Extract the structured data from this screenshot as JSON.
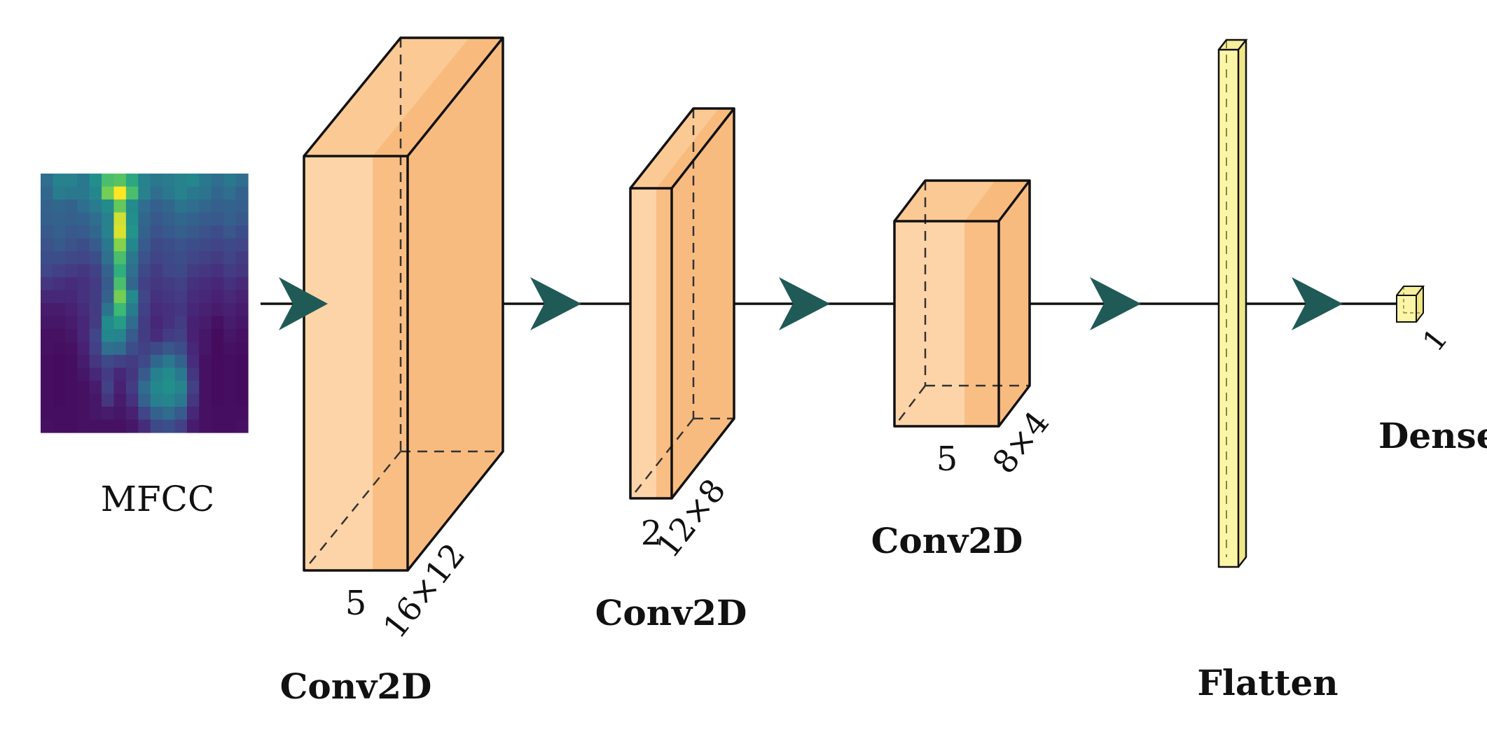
{
  "input": {
    "label": "MFCC",
    "heatmap": [
      [
        0.45,
        0.55,
        0.55,
        0.5,
        0.62,
        0.78,
        0.8,
        0.7,
        0.55,
        0.5,
        0.52,
        0.55,
        0.58,
        0.5,
        0.45,
        0.5,
        0.45
      ],
      [
        0.42,
        0.52,
        0.5,
        0.5,
        0.58,
        0.84,
        1.0,
        0.78,
        0.55,
        0.45,
        0.5,
        0.55,
        0.5,
        0.48,
        0.42,
        0.45,
        0.4
      ],
      [
        0.4,
        0.42,
        0.4,
        0.45,
        0.52,
        0.6,
        0.82,
        0.6,
        0.45,
        0.38,
        0.42,
        0.48,
        0.45,
        0.42,
        0.38,
        0.4,
        0.38
      ],
      [
        0.38,
        0.4,
        0.38,
        0.4,
        0.45,
        0.55,
        0.95,
        0.62,
        0.42,
        0.35,
        0.38,
        0.42,
        0.4,
        0.36,
        0.35,
        0.38,
        0.35
      ],
      [
        0.35,
        0.38,
        0.35,
        0.36,
        0.42,
        0.55,
        0.96,
        0.64,
        0.4,
        0.32,
        0.35,
        0.38,
        0.35,
        0.32,
        0.3,
        0.34,
        0.3
      ],
      [
        0.32,
        0.35,
        0.32,
        0.3,
        0.36,
        0.5,
        0.86,
        0.58,
        0.36,
        0.28,
        0.3,
        0.32,
        0.3,
        0.28,
        0.25,
        0.28,
        0.26
      ],
      [
        0.3,
        0.3,
        0.28,
        0.26,
        0.3,
        0.46,
        0.78,
        0.5,
        0.32,
        0.25,
        0.28,
        0.3,
        0.26,
        0.24,
        0.22,
        0.25,
        0.22
      ],
      [
        0.26,
        0.24,
        0.22,
        0.2,
        0.24,
        0.4,
        0.72,
        0.46,
        0.28,
        0.22,
        0.26,
        0.28,
        0.22,
        0.2,
        0.18,
        0.22,
        0.2
      ],
      [
        0.2,
        0.18,
        0.16,
        0.18,
        0.22,
        0.36,
        0.78,
        0.42,
        0.24,
        0.2,
        0.22,
        0.24,
        0.18,
        0.16,
        0.14,
        0.18,
        0.15
      ],
      [
        0.14,
        0.14,
        0.14,
        0.18,
        0.22,
        0.4,
        0.84,
        0.6,
        0.26,
        0.18,
        0.2,
        0.22,
        0.16,
        0.14,
        0.12,
        0.15,
        0.12
      ],
      [
        0.1,
        0.1,
        0.12,
        0.16,
        0.22,
        0.48,
        0.76,
        0.52,
        0.24,
        0.16,
        0.18,
        0.2,
        0.14,
        0.12,
        0.1,
        0.12,
        0.1
      ],
      [
        0.08,
        0.08,
        0.1,
        0.14,
        0.22,
        0.6,
        0.66,
        0.44,
        0.22,
        0.14,
        0.18,
        0.22,
        0.12,
        0.1,
        0.06,
        0.1,
        0.08
      ],
      [
        0.06,
        0.06,
        0.08,
        0.14,
        0.26,
        0.58,
        0.56,
        0.36,
        0.22,
        0.16,
        0.22,
        0.24,
        0.12,
        0.08,
        0.04,
        0.08,
        0.06
      ],
      [
        0.06,
        0.05,
        0.06,
        0.12,
        0.24,
        0.46,
        0.44,
        0.3,
        0.24,
        0.28,
        0.34,
        0.3,
        0.14,
        0.08,
        0.04,
        0.06,
        0.05
      ],
      [
        0.05,
        0.04,
        0.05,
        0.1,
        0.2,
        0.28,
        0.24,
        0.22,
        0.28,
        0.42,
        0.5,
        0.4,
        0.16,
        0.06,
        0.04,
        0.05,
        0.04
      ],
      [
        0.05,
        0.04,
        0.05,
        0.08,
        0.14,
        0.22,
        0.14,
        0.2,
        0.36,
        0.54,
        0.6,
        0.5,
        0.2,
        0.06,
        0.04,
        0.05,
        0.04
      ],
      [
        0.05,
        0.04,
        0.05,
        0.06,
        0.1,
        0.24,
        0.12,
        0.22,
        0.44,
        0.58,
        0.62,
        0.56,
        0.24,
        0.06,
        0.04,
        0.05,
        0.04
      ],
      [
        0.05,
        0.04,
        0.05,
        0.06,
        0.08,
        0.2,
        0.1,
        0.18,
        0.4,
        0.54,
        0.56,
        0.5,
        0.2,
        0.06,
        0.04,
        0.05,
        0.04
      ],
      [
        0.05,
        0.05,
        0.05,
        0.06,
        0.08,
        0.1,
        0.08,
        0.12,
        0.26,
        0.4,
        0.44,
        0.36,
        0.14,
        0.06,
        0.05,
        0.05,
        0.05
      ],
      [
        0.06,
        0.05,
        0.05,
        0.06,
        0.06,
        0.06,
        0.06,
        0.08,
        0.16,
        0.28,
        0.3,
        0.24,
        0.1,
        0.06,
        0.05,
        0.05,
        0.06
      ]
    ]
  },
  "layers": [
    {
      "label": "Conv2D",
      "depth_label": "5",
      "size_label": "16×12"
    },
    {
      "label": "Conv2D",
      "depth_label": "2",
      "size_label": "12×8"
    },
    {
      "label": "Conv2D",
      "depth_label": "5",
      "size_label": "8×4"
    },
    {
      "label": "Flatten"
    },
    {
      "label": "Dense",
      "size_label": "1"
    }
  ],
  "colors": {
    "conv_face_light": "#fdd4a8",
    "conv_face_mid": "#f9be83",
    "conv_side": "#f8bb7f",
    "conv_top": "#fbc994",
    "flatten_face": "#fbf5a8",
    "flatten_edge": "#cfc54a",
    "arrow": "#1f5a56",
    "edge": "#111111"
  }
}
